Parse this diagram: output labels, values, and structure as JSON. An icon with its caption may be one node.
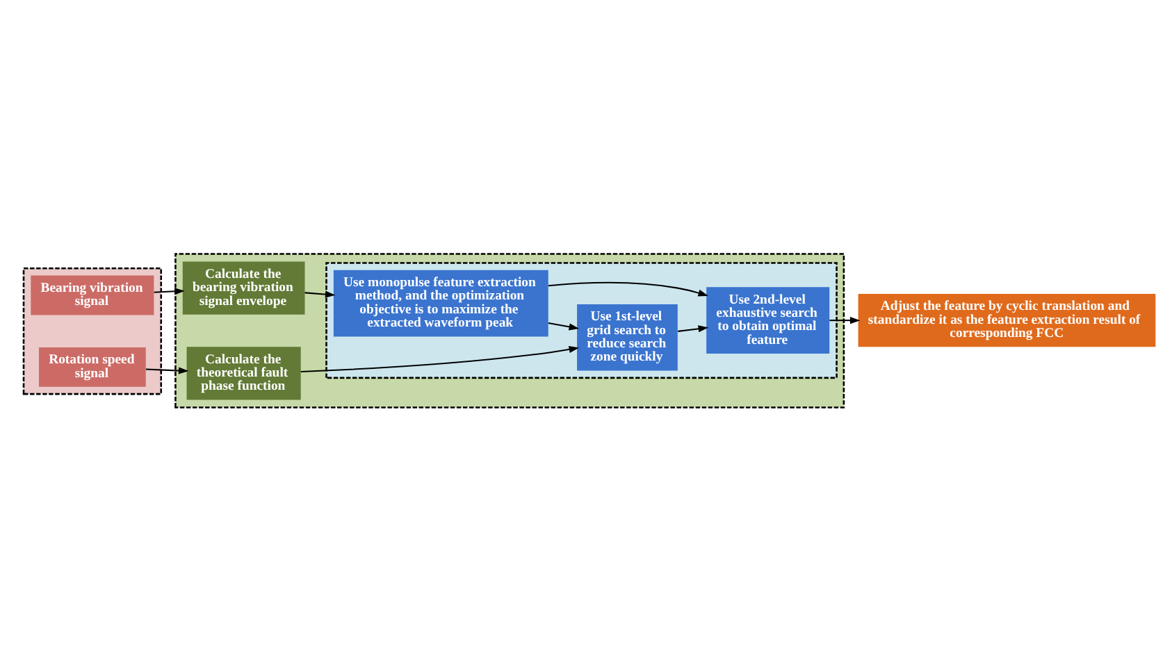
{
  "diagram": {
    "nodes": [
      {
        "text": [],
        "shape": "box"
      },
      {
        "text": [
          "Bearing vibration signal"
        ],
        "in": 0
      },
      {
        "text": [
          "Rotation speed signal"
        ],
        "in": 0
      },
      {
        "text": [],
        "shape": "box"
      },
      {
        "text": [
          "Calculate the bearing vibration signal envelope"
        ],
        "in": 3
      },
      {
        "text": [
          "Calculate the theoretical fault phase function"
        ],
        "in": 3
      },
      {
        "text": [],
        "shape": "box",
        "in": 3
      },
      {
        "text": [
          "Use monopulse feature extraction method, and the optimization objective is to maximize the extracted waveform peak"
        ],
        "in": 6
      },
      {
        "text": [
          "Use 1st-level grid search to reduce search zone quickly"
        ],
        "in": 6
      },
      {
        "text": [
          "Use 2nd-level exhaustive search to obtain optimal feature"
        ],
        "in": 6
      },
      {
        "text": [
          "Adjust the feature by cyclic translation and standardize it as the feature extraction result of corresponding FCC"
        ]
      }
    ],
    "edges": [
      {
        "from": 1,
        "to": 4,
        "arrow": "to"
      },
      {
        "from": 2,
        "to": 5,
        "arrow": "to"
      },
      {
        "from": 4,
        "to": 7,
        "arrow": "to"
      },
      {
        "from": 5,
        "to": 8,
        "arrow": "to"
      },
      {
        "from": 7,
        "to": 8,
        "arrow": "to"
      },
      {
        "from": 7,
        "to": 9,
        "arrow": "to"
      },
      {
        "from": 8,
        "to": 9,
        "arrow": "to"
      },
      {
        "from": 9,
        "to": 10,
        "arrow": "to"
      }
    ]
  }
}
